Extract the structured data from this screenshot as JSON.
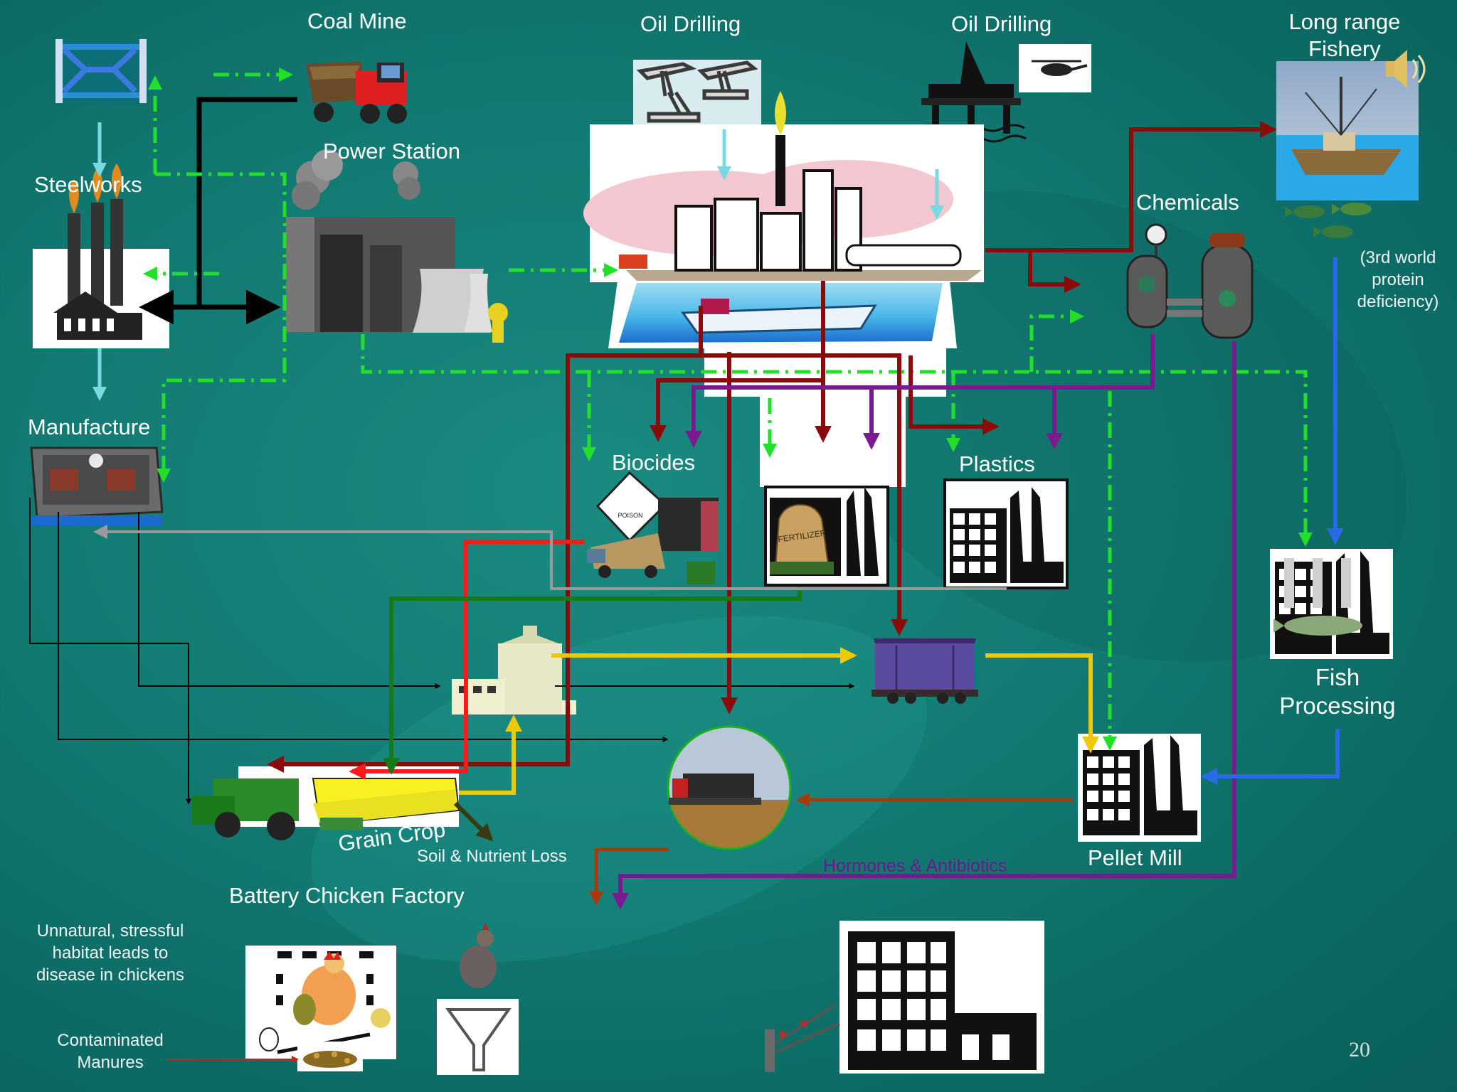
{
  "slide": {
    "page_number": "20",
    "labels": {
      "coal_mine": "Coal Mine",
      "oil_drilling_1": "Oil Drilling",
      "oil_drilling_2": "Oil Drilling",
      "long_range_fishery_line1": "Long range",
      "long_range_fishery_line2": "Fishery",
      "steelworks": "Steelworks",
      "power_station": "Power Station",
      "chemicals": "Chemicals",
      "third_world_line1": "(3rd world",
      "third_world_line2": "protein",
      "third_world_line3": "deficiency)",
      "manufacture": "Manufacture",
      "biocides": "Biocides",
      "plastics": "Plastics",
      "fish_processing_line1": "Fish",
      "fish_processing_line2": "Processing",
      "grain_crop": "Grain Crop",
      "soil_nutrient_loss": "Soil & Nutrient Loss",
      "hormones_antibiotics": "Hormones & Antibiotics",
      "pellet_mill": "Pellet Mill",
      "battery_chicken_factory": "Battery Chicken Factory",
      "unnatural_line1": "Unnatural, stressful",
      "unnatural_line2": "habitat leads to",
      "unnatural_line3": "disease in chickens",
      "contaminated_line1": "Contaminated",
      "contaminated_line2": "Manures",
      "poison_sign": "POISON",
      "fertilizer_sack": "FERTILIZER"
    },
    "colors": {
      "background": "#127a72",
      "energy_flow": "#22e02a",
      "oil_flow": "#8b0a0a",
      "chemical_flow": "#7a1a90",
      "grain_flow": "#f0c800",
      "fish_flow": "#2a6ae8",
      "supply_flow": "#ff1a1a",
      "fertilizer_flow": "#157a15",
      "steel_flow": "#000000",
      "water_flow": "#7ad8e0"
    },
    "icons": [
      "bridge-icon",
      "dump-truck-icon",
      "pump-jack-icon",
      "oil-rig-icon",
      "helicopter-icon",
      "speaker-icon",
      "fishing-boat-icon",
      "fish-icon",
      "steelworks-factory-icon",
      "power-station-icon",
      "refinery-icon",
      "tanker-ship-icon",
      "chemical-tanks-icon",
      "machine-icon",
      "poison-truck-icon",
      "fertilizer-factory-icon",
      "plastics-factory-icon",
      "fish-factory-icon",
      "grain-silo-icon",
      "freight-wagon-icon",
      "transport-truck-icon",
      "combine-harvester-icon",
      "pellet-mill-factory-icon",
      "hen-cage-icon",
      "chicken-funnel-icon",
      "slaughterhouse-icon",
      "manure-icon"
    ]
  }
}
